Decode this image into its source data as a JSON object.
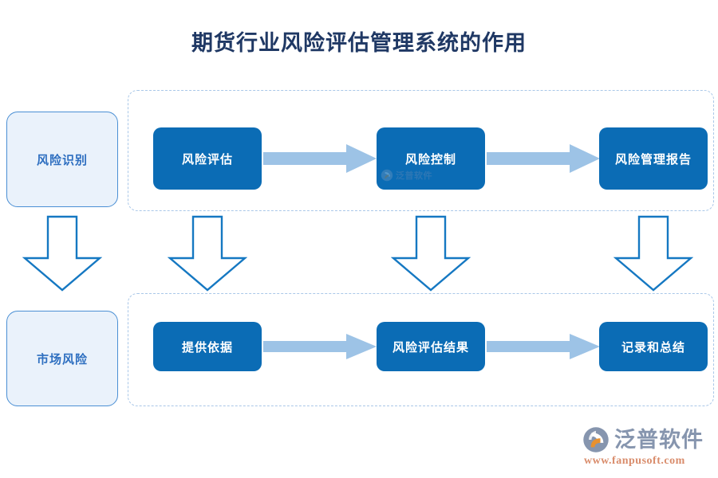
{
  "title": "期货行业风险评估管理系统的作用",
  "colors": {
    "title_text": "#1F3864",
    "process_box_fill": "#0B6CB5",
    "process_box_text": "#FFFFFF",
    "stage_box_fill": "#EAF2FB",
    "stage_box_border": "#4A8FD4",
    "stage_box_text": "#2E6FC0",
    "horizontal_arrow": "#9DC3E6",
    "vertical_arrow_stroke": "#1578C2",
    "dashed_group_border": "#A9C7E8",
    "background": "#FFFFFF",
    "brand_name": "#8695AE",
    "brand_url": "#D98C6B",
    "brand_accent": "#E8912F"
  },
  "stage_boxes": [
    {
      "label": "风险识别"
    },
    {
      "label": "市场风险"
    }
  ],
  "flow_rows": [
    {
      "row_name": "top-flow-row",
      "boxes": [
        {
          "label": "风险评估"
        },
        {
          "label": "风险控制"
        },
        {
          "label": "风险管理报告"
        }
      ],
      "connector_icon": "arrow-right-icon"
    },
    {
      "row_name": "bottom-flow-row",
      "boxes": [
        {
          "label": "提供依据"
        },
        {
          "label": "风险评估结果"
        },
        {
          "label": "记录和总结"
        }
      ],
      "connector_icon": "arrow-right-icon"
    }
  ],
  "vertical_connectors": [
    {
      "name": "arrow-down-stage",
      "icon": "arrow-down-icon"
    },
    {
      "name": "arrow-down-col-1",
      "icon": "arrow-down-icon"
    },
    {
      "name": "arrow-down-col-2",
      "icon": "arrow-down-icon"
    },
    {
      "name": "arrow-down-col-3",
      "icon": "arrow-down-icon"
    }
  ],
  "watermark": {
    "text": "泛普软件",
    "icon": "fanpu-logo-icon"
  },
  "brand": {
    "name": "泛普软件",
    "url": "www.fanpusoft.com",
    "icon": "fanpu-logo-icon"
  }
}
